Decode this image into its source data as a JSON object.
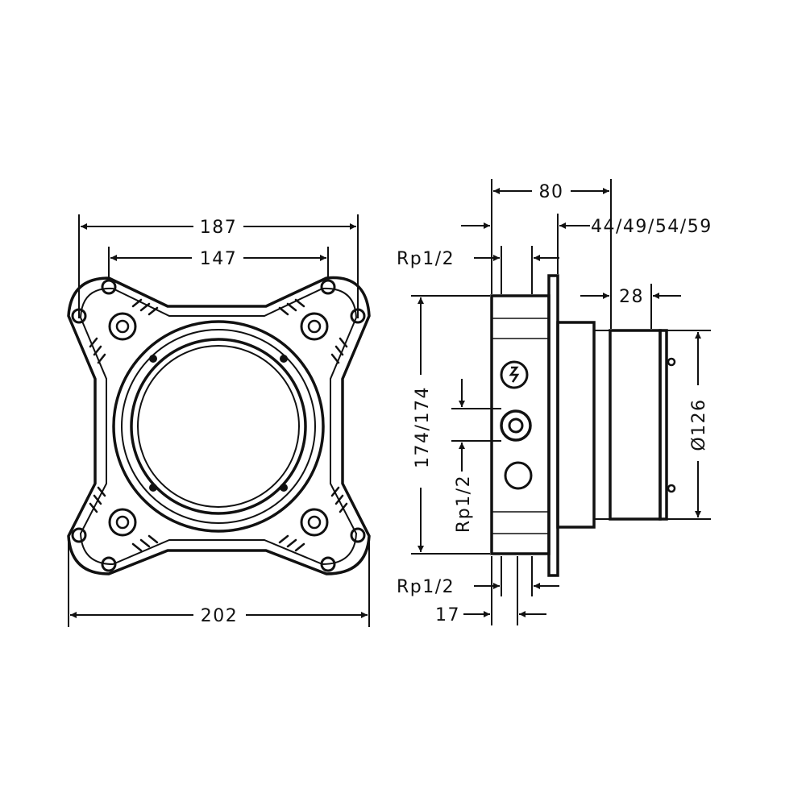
{
  "front_view": {
    "dim_top_outer": "187",
    "dim_top_inner": "147",
    "dim_bottom": "202"
  },
  "side_view": {
    "dim_depth": "80",
    "dim_adjust": "44/49/54/59",
    "dim_sleeve": "28",
    "dim_height": "174/174",
    "dim_diameter": "Ø126",
    "dim_offset": "17",
    "thread_top": "Rp1/2",
    "thread_bottom": "Rp1/2",
    "thread_vertical": "Rp1/2"
  },
  "colors": {
    "line": "#111111",
    "background": "#ffffff"
  }
}
